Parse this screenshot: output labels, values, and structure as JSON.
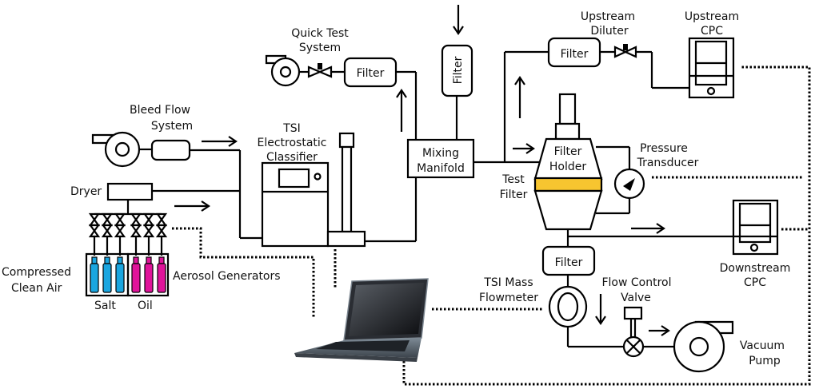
{
  "diagram": {
    "title": "Filter test system schematic",
    "colors": {
      "salt_cylinder": "#1aa6e0",
      "oil_cylinder": "#e0149a",
      "test_filter": "#f7c530",
      "line": "#000000"
    },
    "labels": {
      "bleed_flow_1": "Bleed Flow",
      "bleed_flow_2": "System",
      "dryer": "Dryer",
      "compressed_1": "Compressed",
      "compressed_2": "Clean Air",
      "salt": "Salt",
      "oil": "Oil",
      "aerosol_generators": "Aerosol Generators",
      "tsi_ec_1": "TSI",
      "tsi_ec_2": "Electrostatic",
      "tsi_ec_3": "Classifier",
      "quick_test_1": "Quick Test",
      "quick_test_2": "System",
      "filter": "Filter",
      "mixing_1": "Mixing",
      "mixing_2": "Manifold",
      "upstream_diluter_1": "Upstream",
      "upstream_diluter_2": "Diluter",
      "upstream_cpc_1": "Upstream",
      "upstream_cpc_2": "CPC",
      "filter_holder_1": "Filter",
      "filter_holder_2": "Holder",
      "test_filter_1": "Test",
      "test_filter_2": "Filter",
      "pressure_1": "Pressure",
      "pressure_2": "Transducer",
      "downstream_cpc_1": "Downstream",
      "downstream_cpc_2": "CPC",
      "tsi_mass_1": "TSI Mass",
      "tsi_mass_2": "Flowmeter",
      "flow_control_1": "Flow Control",
      "flow_control_2": "Valve",
      "vacuum_1": "Vacuum",
      "vacuum_2": "Pump"
    }
  }
}
